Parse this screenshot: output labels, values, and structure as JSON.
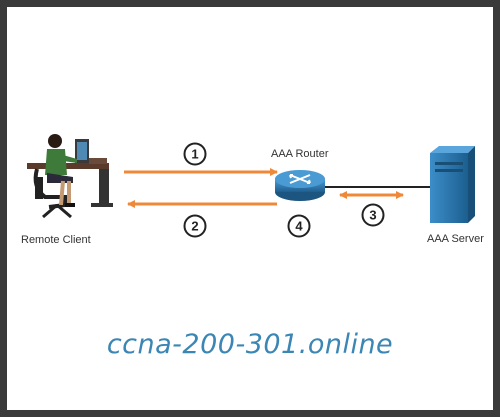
{
  "labels": {
    "remote_client": "Remote Client",
    "aaa_router": "AAA Router",
    "aaa_server": "AAA Server"
  },
  "steps": [
    "1",
    "2",
    "3",
    "4"
  ],
  "watermark": "ccna-200-301.online",
  "colors": {
    "arrow": "#f0883a",
    "link": "#222222",
    "router_body": "#2b7bb5",
    "server_body": "#2f7fb8",
    "watermark": "#3b86b4"
  },
  "icons": {
    "client": "person-at-desk-icon",
    "router": "router-icon",
    "server": "server-icon"
  }
}
